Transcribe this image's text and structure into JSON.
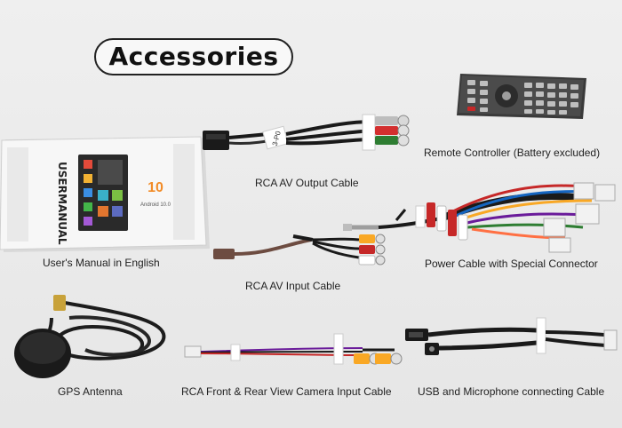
{
  "title": "Accessories",
  "manual": {
    "cover_line1": "USER",
    "cover_line2": "MANUAL",
    "badge_number": "10",
    "badge_text": "Android 10.0"
  },
  "cable_tags": {
    "output_cable_tag": "3-P0"
  },
  "captions": {
    "rca_output": "RCA AV Output Cable",
    "remote": "Remote Controller (Battery excluded)",
    "manual": "User's Manual in English",
    "power_cable": "Power Cable with Special Connector",
    "rca_input": "RCA AV Input Cable",
    "gps": "GPS Antenna",
    "camera_cable": "RCA Front & Rear View Camera Input Cable",
    "usb_mic": "USB and Microphone connecting Cable"
  }
}
